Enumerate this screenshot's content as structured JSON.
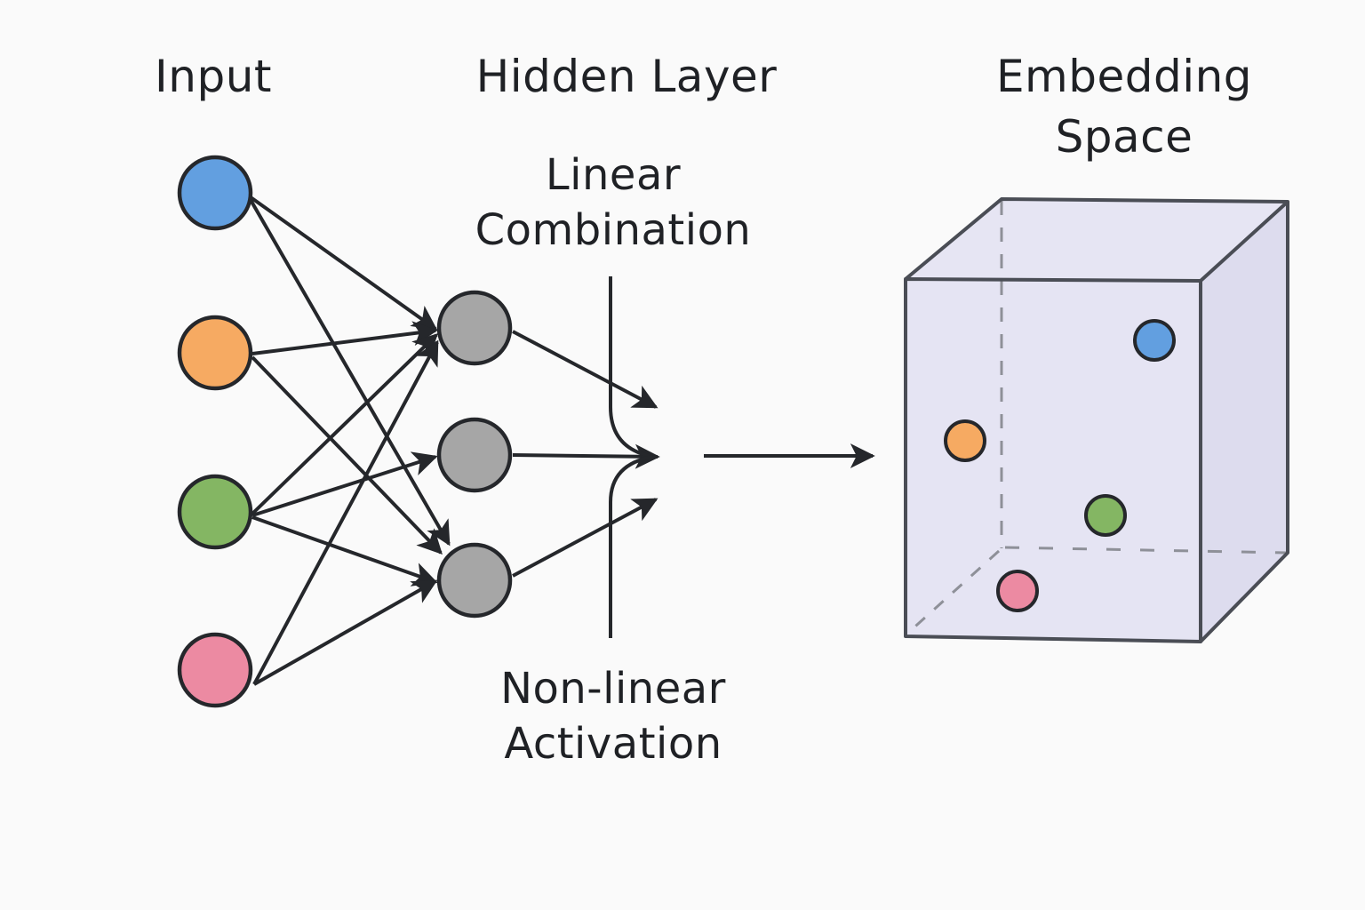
{
  "titles": {
    "input": "Input",
    "hidden": "Hidden Layer",
    "embedding_line1": "Embedding",
    "embedding_line2": "Space"
  },
  "annotations": {
    "linear_line1": "Linear",
    "linear_line2": "Combination",
    "nonlinear_line1": "Non-linear",
    "nonlinear_line2": "Activation"
  },
  "colors": {
    "background": "#fafafa",
    "stroke": "#25272b",
    "input_blue": "#629fe0",
    "input_orange": "#f6aa62",
    "input_green": "#84b663",
    "input_pink": "#ec8aa2",
    "hidden_gray": "#a6a6a6",
    "cube_fill": "#e4e3f2",
    "cube_edge": "#4a4d55",
    "cube_dashed": "#8e9098"
  },
  "input_nodes": [
    {
      "id": "blue",
      "color_key": "input_blue"
    },
    {
      "id": "orange",
      "color_key": "input_orange"
    },
    {
      "id": "green",
      "color_key": "input_green"
    },
    {
      "id": "pink",
      "color_key": "input_pink"
    }
  ],
  "hidden_nodes": [
    {
      "id": "h1"
    },
    {
      "id": "h2"
    },
    {
      "id": "h3"
    }
  ],
  "connections": [
    {
      "from": "blue",
      "to": "h1"
    },
    {
      "from": "blue",
      "to": "h3"
    },
    {
      "from": "orange",
      "to": "h1"
    },
    {
      "from": "orange",
      "to": "h3"
    },
    {
      "from": "green",
      "to": "h1"
    },
    {
      "from": "green",
      "to": "h2"
    },
    {
      "from": "green",
      "to": "h3"
    },
    {
      "from": "pink",
      "to": "h1"
    },
    {
      "from": "pink",
      "to": "h3"
    }
  ],
  "embedding_points": [
    {
      "id": "blue",
      "color_key": "input_blue"
    },
    {
      "id": "orange",
      "color_key": "input_orange"
    },
    {
      "id": "green",
      "color_key": "input_green"
    },
    {
      "id": "pink",
      "color_key": "input_pink"
    }
  ]
}
